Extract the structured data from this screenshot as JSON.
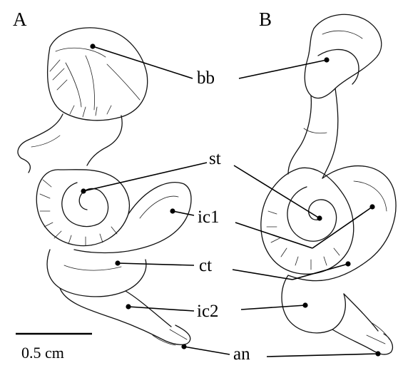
{
  "panels": {
    "a": "A",
    "b": "B"
  },
  "labels": {
    "bb": "bb",
    "st": "st",
    "ic1": "ic1",
    "ct": "ct",
    "ic2": "ic2",
    "an": "an"
  },
  "scale_bar": {
    "text": "0.5 cm"
  }
}
